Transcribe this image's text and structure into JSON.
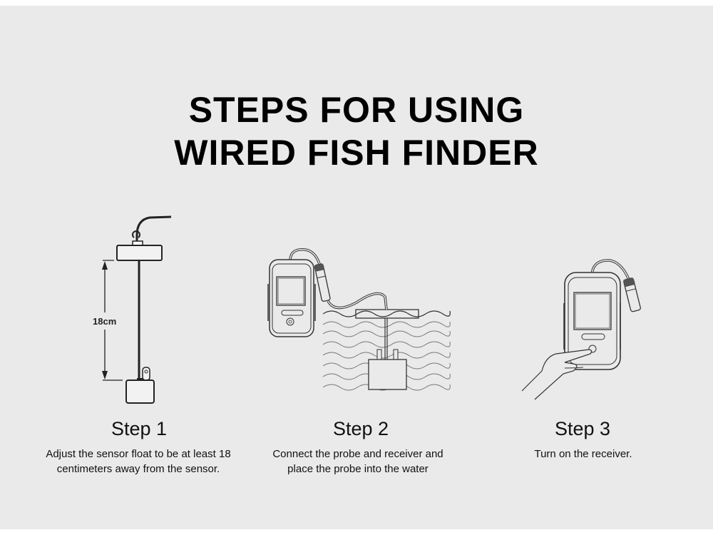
{
  "header": {
    "title_line1": "STEPS FOR USING",
    "title_line2": "WIRED FISH FINDER"
  },
  "steps": [
    {
      "title": "Step 1",
      "description_line1": "Adjust the sensor float to be at least 18",
      "description_line2": "centimeters away from the sensor.",
      "illustration": "sensor-float-distance-diagram",
      "measurement_label": "18cm"
    },
    {
      "title": "Step 2",
      "description_line1": "Connect the probe and receiver and",
      "description_line2": "place the probe into the water",
      "illustration": "receiver-probe-in-water-diagram"
    },
    {
      "title": "Step 3",
      "description_line1": "Turn on the receiver.",
      "description_line2": "",
      "illustration": "hand-pressing-power-button-diagram"
    }
  ],
  "colors": {
    "background": "#eaeaea",
    "page_margin": "#ffffff",
    "text": "#000000",
    "line_art": "#333333"
  }
}
